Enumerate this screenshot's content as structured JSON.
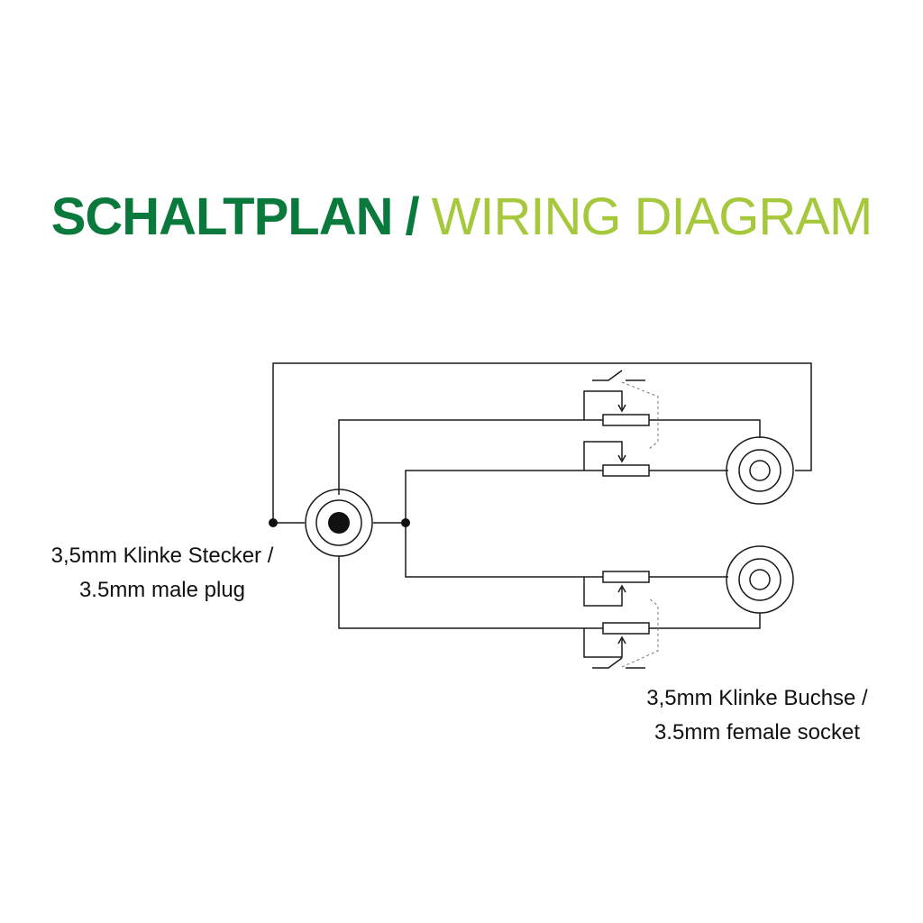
{
  "title": {
    "main": "SCHALTPLAN",
    "slash": "/",
    "sub": "WIRING DIAGRAM",
    "main_color": "#0a7a3c",
    "sub_color": "#a6c83c"
  },
  "labels": {
    "plug_line1": "3,5mm Klinke Stecker /",
    "plug_line2": "3.5mm male plug",
    "socket_line1": "3,5mm Klinke Buchse /",
    "socket_line2": "3.5mm female socket"
  },
  "components": {
    "plug_icon": "male-plug-jack-icon",
    "socket_icon": "female-socket-jack-icon",
    "potentiometer_icon": "potentiometer-icon",
    "switch_icon": "switch-icon"
  }
}
